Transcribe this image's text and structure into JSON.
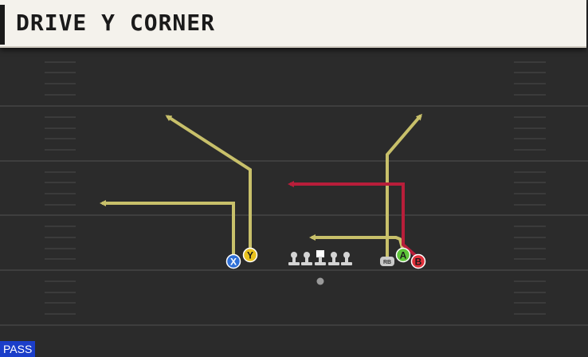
{
  "play": {
    "title": "DRIVE Y CORNER",
    "type_badge": "PASS"
  },
  "players": {
    "x_label": "X",
    "y_label": "Y",
    "a_label": "A",
    "b_label": "B",
    "rb_label": "RB"
  },
  "colors": {
    "route_default": "#c8c06a",
    "route_primary": "#b81e3a",
    "x_button": "#2f6fd6",
    "y_button": "#e8c21f",
    "a_button": "#5ec43a",
    "b_button": "#e0303a",
    "field": "#2b2b2b"
  }
}
